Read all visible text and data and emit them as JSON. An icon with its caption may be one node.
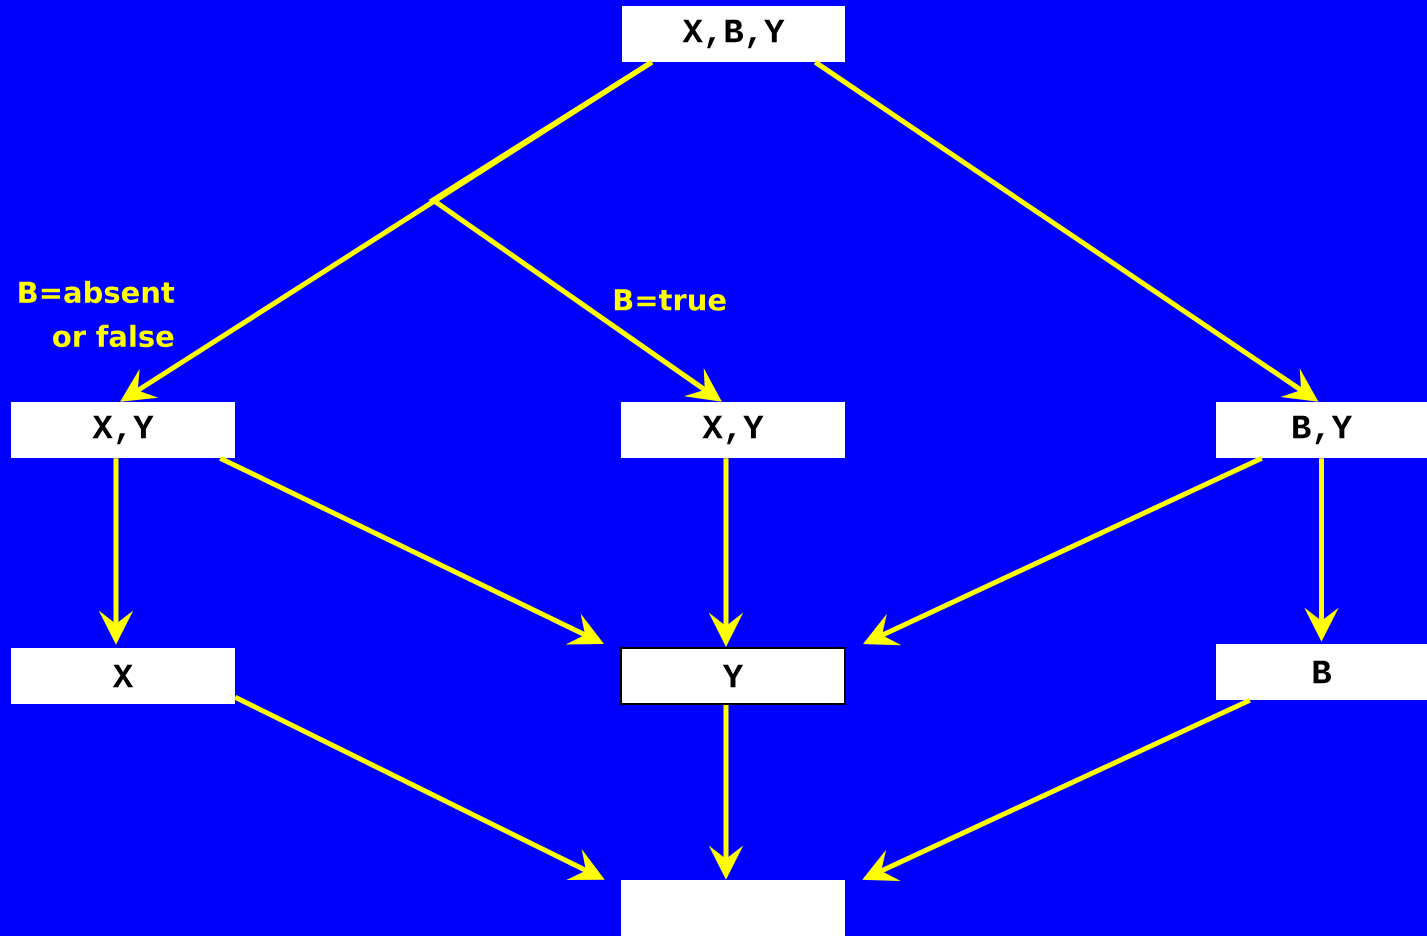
{
  "diagram": {
    "nodes": [
      {
        "text": [
          "X,B,Y"
        ]
      },
      {
        "text": [
          "X,Y"
        ]
      },
      {
        "text": [
          "X,Y"
        ]
      },
      {
        "text": [
          "B,Y"
        ]
      },
      {
        "text": [
          "X"
        ]
      },
      {
        "text": [
          "Y"
        ]
      },
      {
        "text": [],
        "shape": "box"
      },
      {
        "text": [
          "B"
        ]
      }
    ],
    "edges": [
      {
        "from": 0,
        "to": 1,
        "arrow": "to",
        "label": "B=absent or false"
      },
      {
        "from": 0,
        "to": 2,
        "arrow": "to",
        "label": "B=true"
      },
      {
        "from": 0,
        "to": 3,
        "arrow": "to"
      },
      {
        "from": 1,
        "to": 4,
        "arrow": "to"
      },
      {
        "from": 1,
        "to": 5,
        "arrow": "to"
      },
      {
        "from": 2,
        "to": 5,
        "arrow": "to"
      },
      {
        "from": 3,
        "to": 5,
        "arrow": "to"
      },
      {
        "from": 3,
        "to": 7,
        "arrow": "to"
      },
      {
        "from": 4,
        "to": 6,
        "arrow": "to"
      },
      {
        "from": 5,
        "to": 6,
        "arrow": "to"
      },
      {
        "from": 7,
        "to": 6,
        "arrow": "to"
      }
    ]
  }
}
